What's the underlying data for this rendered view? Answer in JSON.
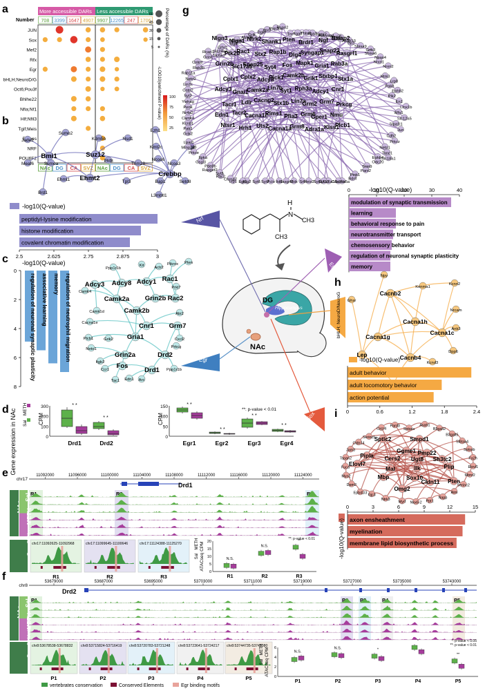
{
  "panel_letters": [
    "a",
    "b",
    "c",
    "d",
    "e",
    "f",
    "g",
    "h",
    "i"
  ],
  "panel_a": {
    "header_more": "More accessible DARs",
    "header_less": "Less accessible DARs",
    "number_label": "Number",
    "counts_more": [
      "708",
      "3399",
      "1647",
      "4907"
    ],
    "counts_less": [
      "9907",
      "12265",
      "247",
      "1706"
    ],
    "region_labels": [
      "NAc",
      "DG",
      "CA",
      "SVZ"
    ],
    "motifs": [
      "JUN",
      "Sox",
      "Mef2",
      "Rfx",
      "Egr",
      "bHLH;NeuroD/G",
      "Oct6;Pou3f",
      "Bhlhe22",
      "Nfia;Nf1",
      "Hlf;Nfil3",
      "Tgif;Meis",
      "Eomes",
      "NRF",
      "POU6F2"
    ],
    "size_legend_title": "Percentage of DARs (%)",
    "size_legend_values": [
      "60",
      "45",
      "30",
      "15",
      "5"
    ],
    "color_legend_title": "-LOG10(enrichment P-value)",
    "color_legend_values": [
      "100",
      "75",
      "50",
      "25"
    ],
    "dots_more": [
      [
        0,
        3,
        0.55
      ],
      [
        0,
        1,
        0.95
      ],
      [
        1,
        0,
        0.5
      ],
      [
        1,
        1,
        0.5
      ],
      [
        1,
        2,
        0.9
      ],
      [
        1,
        3,
        0.5
      ],
      [
        2,
        3,
        0.7
      ],
      [
        3,
        3,
        0.55
      ],
      [
        4,
        0,
        0.5
      ],
      [
        4,
        2,
        0.7
      ],
      [
        4,
        3,
        0.5
      ],
      [
        5,
        2,
        0.6
      ],
      [
        5,
        3,
        0.5
      ],
      [
        6,
        3,
        0.6
      ],
      [
        7,
        2,
        0.6
      ],
      [
        7,
        3,
        0.55
      ],
      [
        8,
        2,
        0.5
      ],
      [
        8,
        3,
        0.5
      ],
      [
        9,
        2,
        0.6
      ],
      [
        10,
        3,
        0.5
      ]
    ],
    "dots_less": [
      [
        0,
        0,
        0.55
      ],
      [
        0,
        1,
        0.5
      ],
      [
        0,
        3,
        0.55
      ],
      [
        1,
        0,
        0.45
      ],
      [
        1,
        3,
        0.4
      ],
      [
        2,
        0,
        0.5
      ],
      [
        3,
        0,
        0.5
      ],
      [
        3,
        1,
        0.6
      ],
      [
        4,
        0,
        0.6
      ],
      [
        4,
        1,
        0.4
      ],
      [
        5,
        0,
        0.6
      ],
      [
        5,
        1,
        0.5
      ],
      [
        6,
        0,
        0.4
      ],
      [
        6,
        1,
        0.45
      ],
      [
        8,
        0,
        0.5
      ],
      [
        9,
        0,
        0.55
      ],
      [
        11,
        0,
        0.55
      ],
      [
        12,
        0,
        0.5
      ],
      [
        13,
        0,
        0.5
      ]
    ]
  },
  "panel_b": {
    "genes_big": [
      "Bmi1",
      "Suz12",
      "Ehmt2",
      "Crebbp"
    ],
    "genes_small": [
      "Jade2",
      "Sumo2",
      "Kdm5b",
      "Nsd1",
      "Ezh1",
      "Kmt2c",
      "Pogt6",
      "Meaf6",
      "Sumoa",
      "Brd1",
      "Ehmt1",
      "Phf8",
      "Trim28",
      "Ncoa6",
      "Ncoa3",
      "Bap1",
      "Setd8",
      "Tpl3",
      "L3mbtl1"
    ],
    "axis_title": "-log10(Q-value)",
    "bars": [
      "peptidyl-lysine modification",
      "histone modification",
      "covalent chromatin modification"
    ],
    "bar_values": [
      3.0,
      2.94,
      2.9
    ],
    "ticks": [
      "2.5",
      "2.625",
      "2.75",
      "2.875",
      "3"
    ]
  },
  "panel_c": {
    "axis_title": "-log10(Q-value)",
    "ticks": [
      "0",
      "2",
      "4",
      "6",
      "8"
    ],
    "bars": [
      "regulation of neuronal synaptic plasticity",
      "associative learning",
      "memory",
      "regulation of neutrophil migration"
    ],
    "bar_values": [
      4.9,
      5.5,
      6.4,
      7.0
    ],
    "genes_big": [
      "Adcy3",
      "Adcy8",
      "Adcy1",
      "Rac1",
      "Rac2",
      "Camk2a",
      "Grin2b",
      "Camk2b",
      "Cnr1",
      "Gria1",
      "Grm7",
      "Grin2a",
      "Drd2",
      "Fos",
      "Drd1"
    ],
    "genes_small": [
      "Ppp1r1b",
      "Kit",
      "Actr2",
      "Pikrox",
      "Pten",
      "Camk4",
      "Prkl7",
      "Camk1d",
      "Abi2",
      "Cacna1e",
      "Cxcl2",
      "Plcb1",
      "Grik2",
      "Neto1",
      "Itgb2",
      "Prkcg",
      "Ccr1",
      "Edn1",
      "Tac1",
      "Arc",
      "Ppp1r1b"
    ]
  },
  "panel_d": {
    "ylabel_main": "Gene expression in NAc",
    "ylabel_cpm": "CPM",
    "legend": [
      "Sal",
      "METH"
    ],
    "pvalue_note": "**: p-value < 0.01",
    "sig": "* *",
    "genes_left": [
      "Drd1",
      "Drd2"
    ],
    "genes_right": [
      "Egr1",
      "Egr2",
      "Egr3",
      "Egr4"
    ],
    "ticks_left": [
      "300",
      "200",
      "100",
      "0"
    ],
    "ticks_right": [
      "150",
      "100",
      "50",
      "0"
    ]
  },
  "panel_e": {
    "chrom": "chr17",
    "coords": [
      "11092000",
      "11096000",
      "11100000",
      "11104000",
      "11108000",
      "11112000",
      "11116000",
      "11120000",
      "11124000"
    ],
    "gene": "Drd1",
    "group_label": "NAc",
    "tracks": [
      "Sal",
      "METH"
    ],
    "cons_label": "Cons 20 Vers",
    "regions": [
      "R1",
      "R2",
      "R3"
    ],
    "insets": [
      "chr17:11092625-11092968",
      "chr17:11099645-11100646",
      "chr17:11124388-11125270"
    ],
    "box_title": "ATACseq CPM",
    "box_legend": [
      "Sal",
      "METH"
    ],
    "box_note": "**: p-value < 0.01",
    "box_sig": [
      "N.S.",
      "N.S.",
      "**"
    ],
    "box_ticks": [
      "20",
      "15",
      "10",
      "5",
      "0"
    ]
  },
  "panel_f": {
    "chrom": "chr8",
    "coords": [
      "53679000",
      "53687000",
      "53695000",
      "53703000",
      "53711000",
      "53719000",
      "53727000",
      "53735000",
      "53743000"
    ],
    "gene": "Drd2",
    "group_label": "NAc",
    "tracks": [
      "Sal",
      "METH"
    ],
    "cons_label": "Cons 20 Verts",
    "regions": [
      "P1",
      "P2",
      "P3",
      "P4",
      "P5"
    ],
    "insets": [
      "chr8:53678538-53678832",
      "chr8:53715824-53716419",
      "chr8:53720783-53721248",
      "chr8:53723641-53724217",
      "chr8:53744735-53745080"
    ],
    "box_title": "ATACseq CPM",
    "box_legend": [
      "Sal",
      "METH"
    ],
    "box_note": "*: p-value < 0.05\n**: p-value < 0.01",
    "box_sig": [
      "N.S.",
      "N.S.",
      "*",
      "*",
      "**"
    ],
    "box_ticks": [
      "6",
      "4",
      "2",
      "0"
    ],
    "legend": [
      "vertebrates conservation",
      "Conserved Elements",
      "Egr binding motifs"
    ]
  },
  "panel_g": {
    "axis_title": "-log10(Q-value)",
    "ticks": [
      "0",
      "10",
      "20",
      "30",
      "40"
    ],
    "bars": [
      "modulation of synaptic transmission",
      "learning",
      "behavioral response to pain",
      "neurotransmitter transport",
      "chemosensory behavior",
      "regulation of neuronal synaptic plasticity",
      "memory"
    ],
    "bar_values": [
      37,
      17,
      17,
      16,
      15.5,
      15,
      15
    ],
    "genes_big": [
      "Nlgn3",
      "Nlgn1",
      "Ntrk2",
      "Shank1",
      "Pten",
      "Brdr1",
      "Ngf",
      "Balap2",
      "Ptk2b",
      "Rac1",
      "Stx2",
      "Rap1b",
      "Dlg4",
      "Syngap1",
      "Snap23",
      "Rasgrf1",
      "Grin2b",
      "Slc17a6",
      "Snap25",
      "Syt4",
      "Fos",
      "Mapk1",
      "Gria1",
      "Rab3a",
      "Cplx1",
      "Cplx2",
      "Adcy8",
      "Pick1",
      "Camk2b",
      "Grik1",
      "Stxbp1",
      "Stx1a",
      "Adcy3",
      "Gnai1",
      "Camk2a",
      "Lin7b",
      "Syt1",
      "Rph3a",
      "Adcy1",
      "Cnr1",
      "Tacr1",
      "Ldlr",
      "Cacng2",
      "Stx1b",
      "Lin7a",
      "Grm2",
      "Grm7",
      "Prkcg",
      "Edn1",
      "Tacr2",
      "Cacna1c",
      "Rims1",
      "Pfia3",
      "Grm6",
      "Gper1",
      "Nmu",
      "Ntsr1",
      "Hrh1",
      "Uts2",
      "Cacna1a",
      "Grm8",
      "Adra1a",
      "Kiss1",
      "Plcb1"
    ],
    "genes_small": [
      "Tnr",
      "Itga8",
      "Thbs1",
      "Itga3",
      "Nptx2",
      "Adcyap1",
      "Nrxn3",
      "Lrrtm1",
      "Akap13",
      "Tln1",
      "Shisa9",
      "Grik3",
      "Shisa6",
      "Npas4",
      "Nrxn1",
      "Nrxn2",
      "Ntrk3",
      "Lrp8",
      "Pak8",
      "Ephb2",
      "Plk2",
      "En1",
      "Lmx1b",
      "Wfs1",
      "Slc12a5",
      "Sipa1l1",
      "Jun",
      "Cdh2",
      "Prkcz",
      "Neto1",
      "Tanc1",
      "Slc18a1",
      "Ephb4",
      "Odc20",
      "Trim9",
      "Parx2",
      "Pink1",
      "Bdnf",
      "Sema5a",
      "Cdc25b",
      "Slc6a1",
      "Syt13",
      "Sytl1",
      "Meis2",
      "Srf",
      "Mdx",
      "Rasgrf2",
      "Ito1",
      "Pclo",
      "Syt7",
      "Syt6",
      "Btg2",
      "Egr1",
      "Lrp1",
      "Chrna7",
      "Rac2",
      "Syt5",
      "Rapgef2",
      "Pde8b",
      "Gsg1l",
      "Itpka",
      "Prkce",
      "Mmp14",
      "Lpar1",
      "Grik2",
      "Pak1",
      "Kcnb1",
      "Camk4",
      "Nr4a2",
      "Penk",
      "Ywhag",
      "Syt2",
      "Cntn2",
      "Lin7c",
      "Neto2",
      "Rab11a",
      "Rab3b",
      "Cntn2",
      "Grin1",
      "Rcan1",
      "Slc6a1",
      "Slc24a2",
      "Crhr1",
      "Mgll",
      "Cadps",
      "Abhd6",
      "Grik",
      "Dgkl",
      "Itpr3",
      "Ppp3ca",
      "Rcan2"
    ]
  },
  "panel_h": {
    "label": "bHLH; NeuroD/NeuroG",
    "genes_big": [
      "Cacnb2",
      "Cacna1g",
      "Cacna1h",
      "Cacna1c",
      "Cacnb4",
      "Lep"
    ],
    "genes_small": [
      "Ghsr",
      "Npy",
      "Kenma1",
      "Kcnn2",
      "Nrcam",
      "Ank3",
      "Dpp6",
      "Kcnd3",
      "Ppara"
    ],
    "axis_title": "-log10(Q-value)",
    "ticks": [
      "0",
      "0.6",
      "1.2",
      "1.8",
      "2.4"
    ],
    "bars": [
      "adult behavior",
      "adult locomotory behavior",
      "action potential"
    ],
    "bar_values": [
      2.3,
      1.75,
      1.6
    ]
  },
  "panel_i": {
    "genes_big": [
      "Sptlc2",
      "Smpd1",
      "Ggme1",
      "Pmp22",
      "Pipla",
      "Elovl7",
      "Cers2",
      "Ugt8",
      "Sh3tc2",
      "Plip",
      "Mal",
      "Ilk",
      "Mbp",
      "Sox10",
      "Cldn11",
      "Pten",
      "Omg2"
    ],
    "genes_small": [
      "Sptssa",
      "Asah1",
      "B3galt2",
      "B3galt5",
      "St8sia4",
      "Sptssb",
      "Fa2h",
      "Elovl1",
      "Mtmr2",
      "Serinc2",
      "Atm",
      "Napp",
      "Ppt1",
      "Nkx6-2",
      "Myrf",
      "Ntrk3",
      "Gjc3",
      "Epb41l3",
      "Dpm2",
      "Myo2",
      "Fuca",
      "Tspan2",
      "Jam3",
      "Cldn14",
      "Serinc5",
      "Cxcr4",
      "Pard3"
    ],
    "axis_title": "-log10(Q-value)",
    "ticks": [
      "0",
      "3",
      "6",
      "9",
      "12",
      "15"
    ],
    "bars": [
      "axon ensheathment",
      "myelination",
      "membrane lipid biosynthetic process"
    ],
    "bar_values": [
      13.8,
      13.5,
      12.8
    ]
  },
  "center": {
    "region_labels": [
      "DG",
      "Hippocampus",
      "NAc"
    ],
    "arrow_labels": [
      "Nrf",
      "Egr",
      "bHLH; NeuroD/NeuroG",
      "Egr",
      "Sox"
    ],
    "molecule_atoms": [
      "N",
      "H",
      "CH3",
      "CH3"
    ]
  },
  "colors": {
    "more": "#d65aa6",
    "less": "#2f9a72",
    "sal": "#5db14a",
    "meth": "#a63c9c",
    "network_b": "#6767b5",
    "network_c": "#5dc3c3",
    "network_g": "#8c6bb0",
    "network_h": "#f5a943",
    "network_i": "#b55349",
    "bars_b": "#8f8ccb",
    "bars_c": "#6ba5d8",
    "bars_g": "#b78ac8",
    "bars_h": "#f5a943",
    "bars_i": "#d56b5d"
  }
}
